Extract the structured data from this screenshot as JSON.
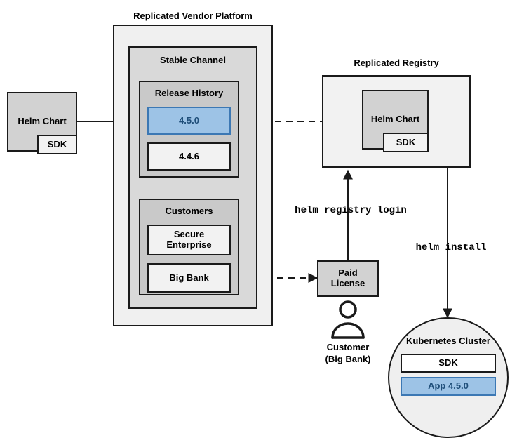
{
  "diagram": {
    "title_vendor_platform": "Replicated Vendor Platform",
    "title_registry": "Replicated Registry",
    "colors": {
      "highlight_fill": "#9DC3E6",
      "highlight_border": "#3C78B4",
      "highlight_text": "#1F4E79",
      "platform_fill": "#F0F0F0",
      "channel_fill": "#D9D9D9",
      "group_fill": "#C9C9C9",
      "light_fill": "#F2F2F2",
      "gray_fill": "#D2D2D2",
      "stroke": "#1A1A1A"
    },
    "source_chart": {
      "label": "Helm Chart",
      "sdk_label": "SDK"
    },
    "vendor_platform": {
      "channel": {
        "label": "Stable Channel",
        "release_history": {
          "label": "Release History",
          "releases": [
            {
              "version": "4.5.0",
              "highlighted": true
            },
            {
              "version": "4.4.6",
              "highlighted": false
            }
          ]
        },
        "customers": {
          "label": "Customers",
          "items": [
            {
              "name": "Secure Enterprise"
            },
            {
              "name": "Big Bank"
            }
          ]
        }
      }
    },
    "registry": {
      "chart_label": "Helm Chart",
      "sdk_label": "SDK"
    },
    "license": {
      "label": "Paid License"
    },
    "customer_actor": {
      "line1": "Customer",
      "line2": "(Big Bank)",
      "icon": "person-icon"
    },
    "cluster": {
      "label": "Kubernetes Cluster",
      "components": [
        {
          "name": "SDK",
          "highlighted": false
        },
        {
          "name": "App 4.5.0",
          "highlighted": true
        }
      ]
    },
    "commands": {
      "registry_login": "helm registry login",
      "install": "helm install"
    }
  }
}
